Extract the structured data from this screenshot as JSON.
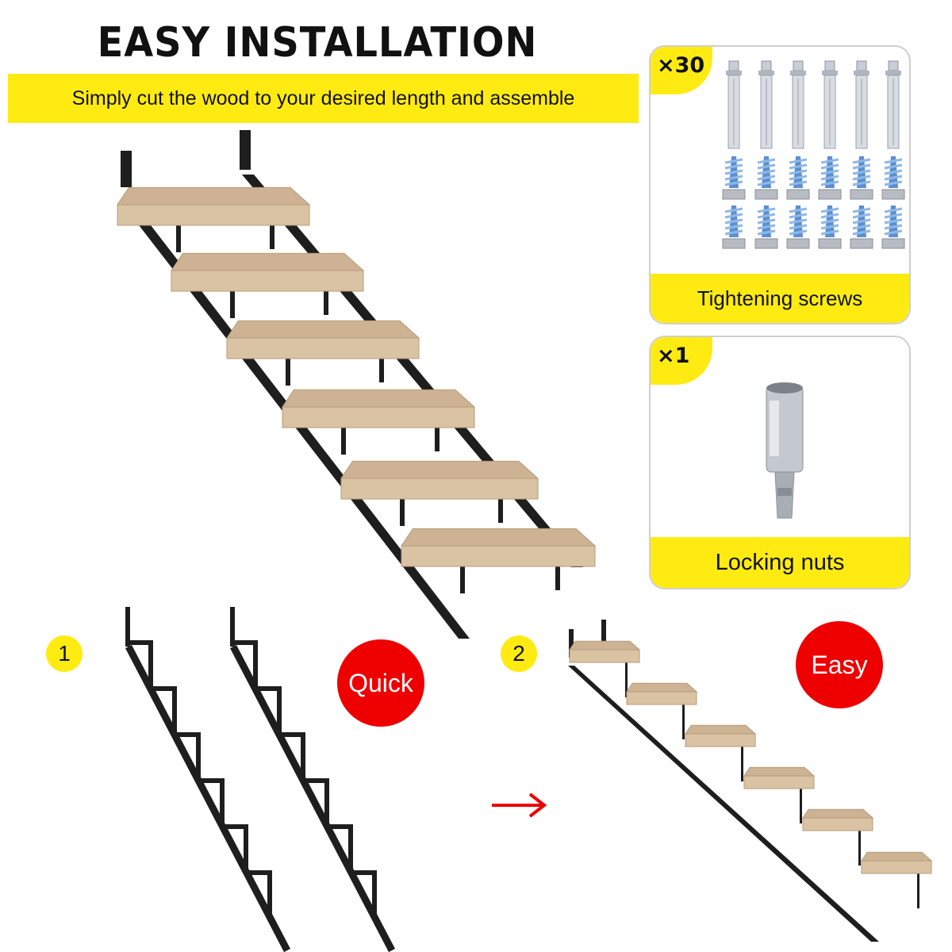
{
  "header": {
    "title": "EASY INSTALLATION",
    "subtitle": "Simply cut the wood to your desired length and assemble"
  },
  "kit_screws": {
    "count": "×30",
    "label": "Tightening screws"
  },
  "kit_nut": {
    "count": "×1",
    "label": "Locking nuts"
  },
  "steps": [
    {
      "number": "1",
      "badge": "Quick"
    },
    {
      "number": "2",
      "badge": "Easy"
    }
  ],
  "colors": {
    "accent_yellow": "#ffeb12",
    "badge_red": "#ee0000",
    "arrow_red": "#ee0000",
    "wood": "#d9c3a3",
    "steel": "#1e1e1e"
  }
}
